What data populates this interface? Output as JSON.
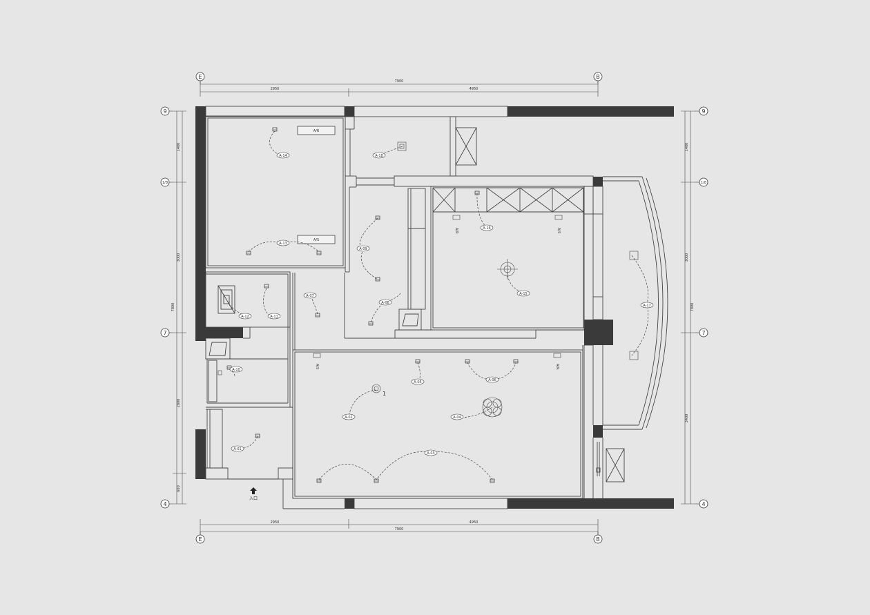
{
  "axes": {
    "top_left": "E",
    "top_right": "B",
    "bottom_left": "E",
    "bottom_right": "B",
    "left": [
      "9",
      "1/8",
      "7",
      "4"
    ],
    "right": [
      "9",
      "1/8",
      "7",
      "4"
    ]
  },
  "dimensions": {
    "top_total": "7900",
    "top_a": "2950",
    "top_b": "4950",
    "bottom_total": "7900",
    "bottom_a": "2950",
    "bottom_b": "4950",
    "left_total": "7800",
    "left_segments": [
      "1400",
      "3000",
      "2800",
      "600"
    ],
    "right_total": "7800",
    "right_segments": [
      "1400",
      "3000",
      "3400"
    ]
  },
  "vents": {
    "ar": "A/R",
    "as": "A/S"
  },
  "entrance": "入口",
  "marker_one": "1",
  "lights": [
    {
      "id": "A-14"
    },
    {
      "id": "A-13"
    },
    {
      "id": "A-18"
    },
    {
      "id": "A-12"
    },
    {
      "id": "A-11"
    },
    {
      "id": "A-10"
    },
    {
      "id": "A-07"
    },
    {
      "id": "A-09"
    },
    {
      "id": "A-08"
    },
    {
      "id": "A-16"
    },
    {
      "id": "A-15"
    },
    {
      "id": "A-17"
    },
    {
      "id": "A-05"
    },
    {
      "id": "A-06"
    },
    {
      "id": "A-02"
    },
    {
      "id": "A-04"
    },
    {
      "id": "A-03"
    },
    {
      "id": "A-01"
    }
  ]
}
